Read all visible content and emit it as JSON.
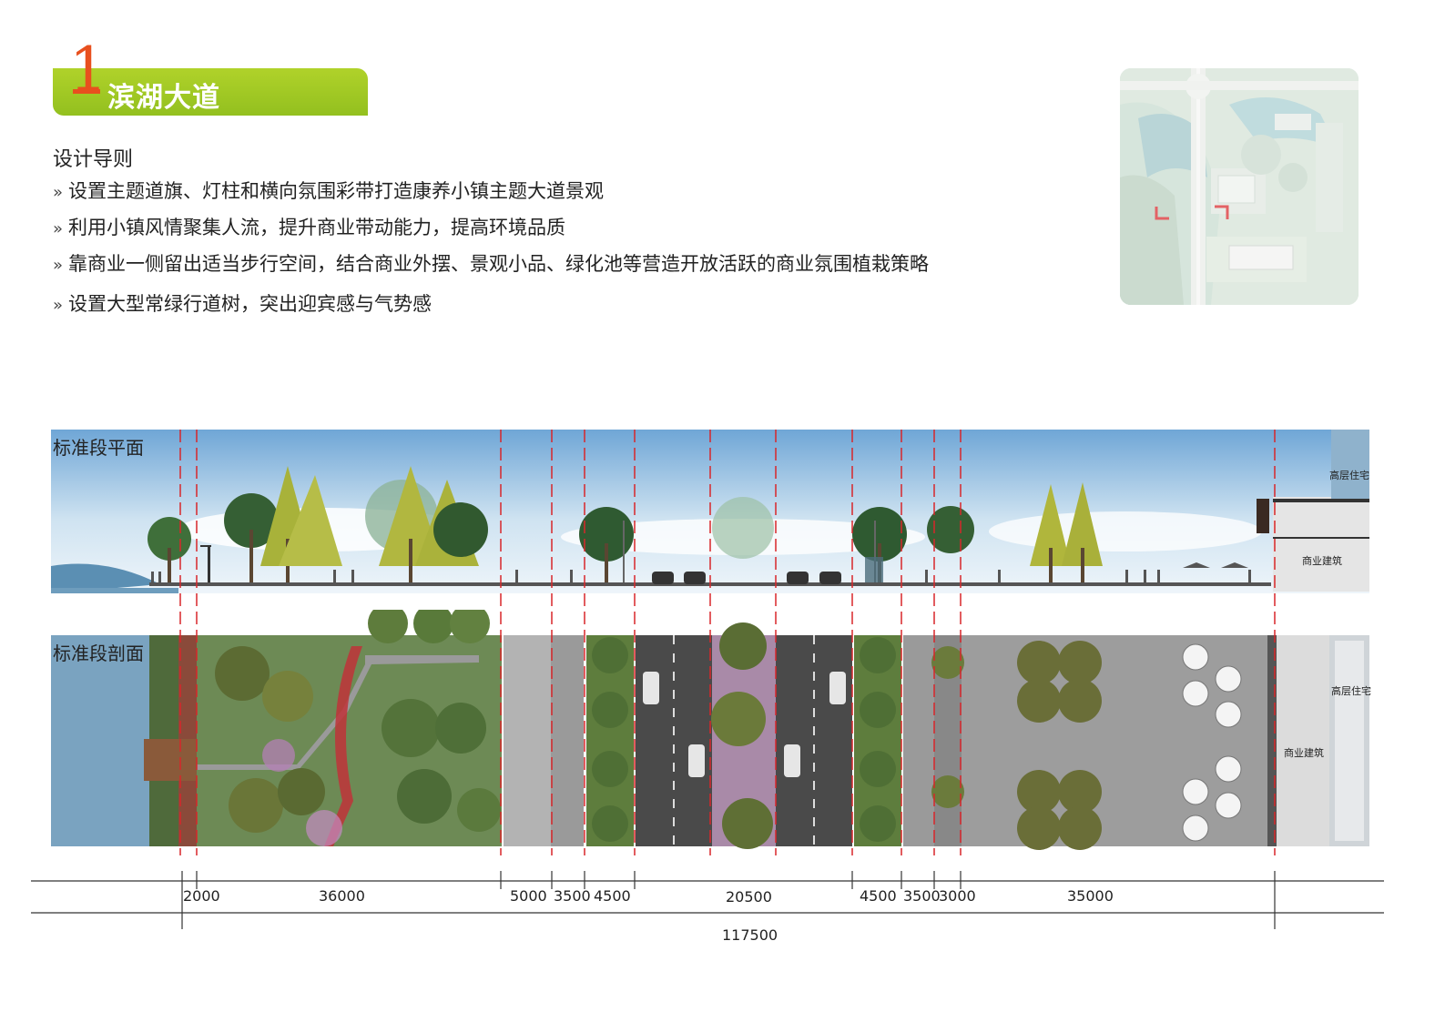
{
  "header": {
    "section_number": "1",
    "title": "滨湖大道"
  },
  "guidelines": {
    "heading": "设计导则",
    "bullet_symbol": "»",
    "items": [
      "设置主题道旗、灯柱和横向氛围彩带打造康养小镇主题大道景观",
      "利用小镇风情聚集人流，提升商业带动能力，提高环境品质",
      "靠商业一侧留出适当步行空间，结合商业外摆、景观小品、绿化池等营造开放活跃的商业氛围植栽策略",
      "设置大型常绿行道树，突出迎宾感与气势感"
    ]
  },
  "drawings": {
    "elevation_title": "标准段平面",
    "plan_title": "标准段剖面",
    "elevation_labels": {
      "residential": "高层住宅",
      "commercial": "商业建筑"
    },
    "plan_labels": {
      "residential": "高层住宅",
      "commercial": "商业建筑"
    }
  },
  "dimensions": {
    "segments": [
      "2000",
      "36000",
      "5000",
      "3500",
      "4500",
      "20500",
      "4500",
      "3500",
      "3000",
      "35000"
    ],
    "total": "117500"
  },
  "colors": {
    "title_green": "#9cc824",
    "number_orange": "#e8501e",
    "divider_red": "#d8262a"
  }
}
